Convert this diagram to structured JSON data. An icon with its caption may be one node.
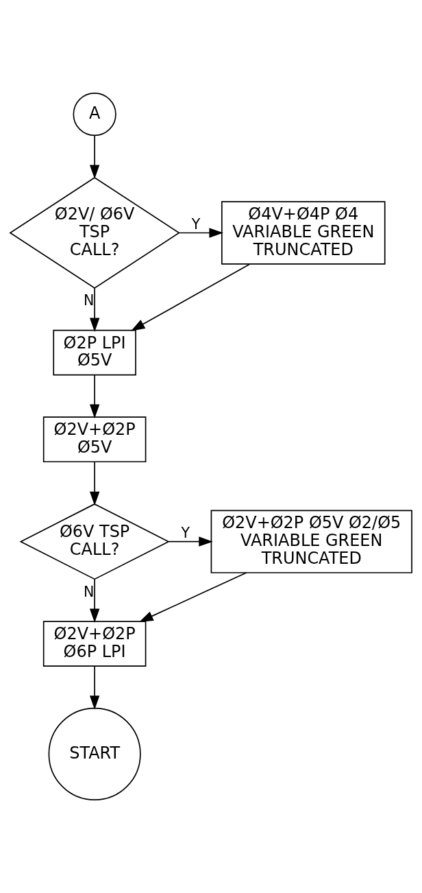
{
  "diagram": {
    "nodes": [
      {
        "text": [
          "A"
        ]
      },
      {
        "text": [
          "Ø2V/ Ø6V TSP CALL?"
        ]
      },
      {
        "text": [
          "Ø4V+Ø4P Ø4 VARIABLE GREEN TRUNCATED"
        ]
      },
      {
        "text": [
          "Ø2P LPI Ø5V"
        ]
      },
      {
        "text": [
          "Ø2V+Ø2P Ø5V"
        ]
      },
      {
        "text": [
          "Ø6V TSP CALL?"
        ]
      },
      {
        "text": [
          "Ø2V+Ø2P Ø5V Ø2/Ø5 VARIABLE GREEN TRUNCATED"
        ]
      },
      {
        "text": [
          "Ø2V+Ø2P Ø6P LPI"
        ]
      },
      {
        "text": [
          "START"
        ]
      }
    ],
    "edges": [
      {
        "from": 0,
        "to": 1,
        "arrow": "to"
      },
      {
        "from": 1,
        "to": 2,
        "arrow": "to",
        "label": "Y"
      },
      {
        "from": 1,
        "to": 3,
        "arrow": "to",
        "label": "N"
      },
      {
        "from": 2,
        "to": 3,
        "arrow": "to"
      },
      {
        "from": 3,
        "to": 4,
        "arrow": "to"
      },
      {
        "from": 4,
        "to": 5,
        "arrow": "to"
      },
      {
        "from": 5,
        "to": 6,
        "arrow": "to",
        "label": "Y"
      },
      {
        "from": 5,
        "to": 7,
        "arrow": "to",
        "label": "N"
      },
      {
        "from": 6,
        "to": 7,
        "arrow": "to"
      },
      {
        "from": 7,
        "to": 8,
        "arrow": "to"
      }
    ]
  }
}
